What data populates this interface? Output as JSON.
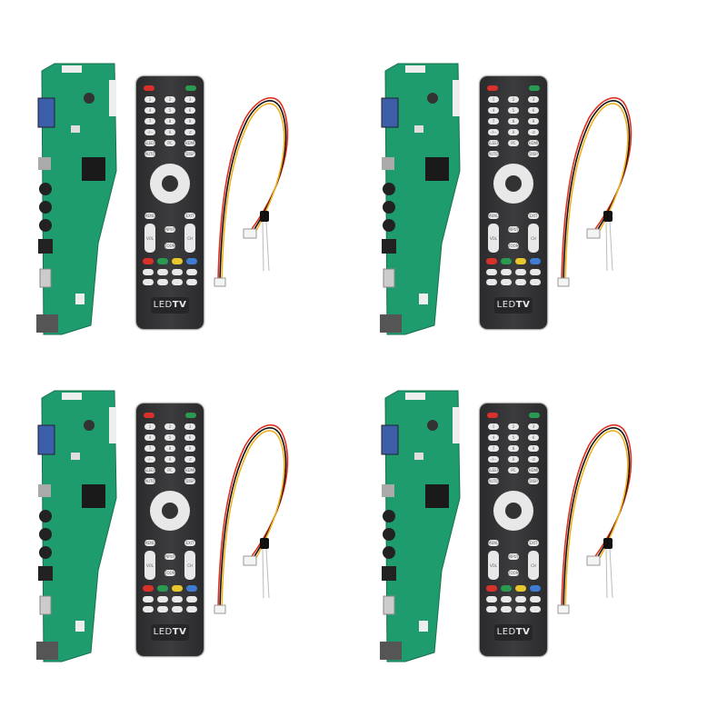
{
  "product": {
    "kit_count": 4,
    "remote": {
      "logo_text": "LED",
      "logo_text_bold": "TV",
      "labels": {
        "sleep": "SLEEP",
        "pc": "PC",
        "hdmi": "HDMI",
        "auto": "AUTO",
        "disp": "DISP",
        "menu": "MENU",
        "exit": "EXIT",
        "input": "INPUT",
        "zoom": "ZOOM",
        "vol": "VOL",
        "ch": "CH"
      },
      "number_keys": [
        "1",
        "2",
        "3",
        "4",
        "5",
        "6",
        "7",
        "8",
        "9",
        "-/--",
        "0",
        "↺"
      ]
    },
    "colors": {
      "pcb": "#1f9c6e",
      "remote_body": "#333335",
      "power_red": "#d8312c",
      "power_green": "#2a9a52",
      "key_red": "#d8312c",
      "key_green": "#2a9a52",
      "key_yellow": "#e6c82c",
      "key_blue": "#3f7bd0",
      "wire_red": "#e0301e",
      "wire_black": "#111111",
      "wire_yellow": "#f0b020"
    }
  }
}
